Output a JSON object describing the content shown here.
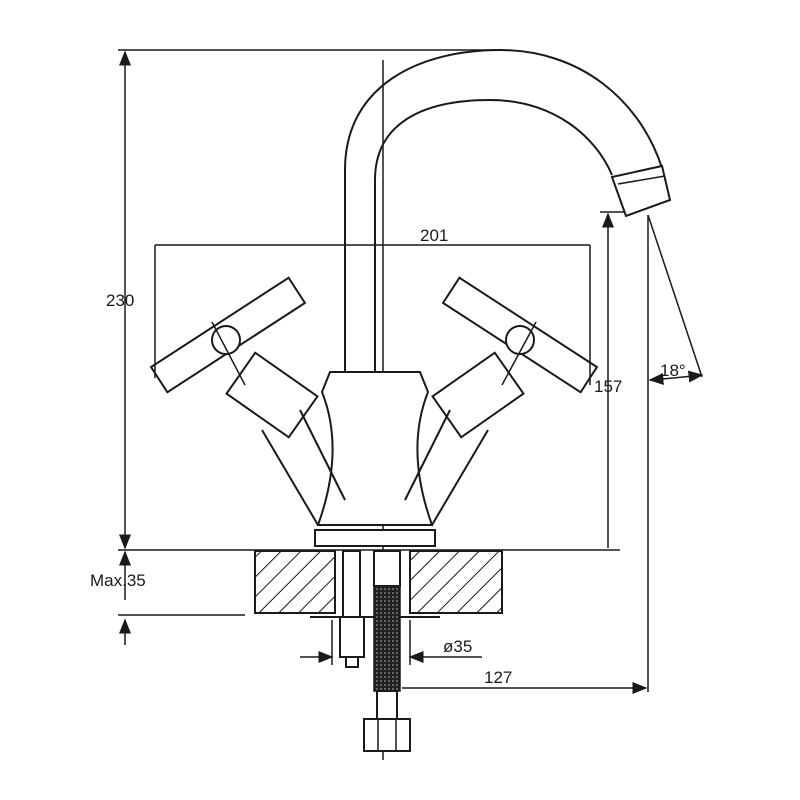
{
  "drawing": {
    "dimensions": {
      "height_total": "230",
      "handle_span": "201",
      "spout_height": "157",
      "spout_angle": "18°",
      "max_counter": "Max.35",
      "hole_diameter": "ø35",
      "spout_reach": "127"
    }
  }
}
